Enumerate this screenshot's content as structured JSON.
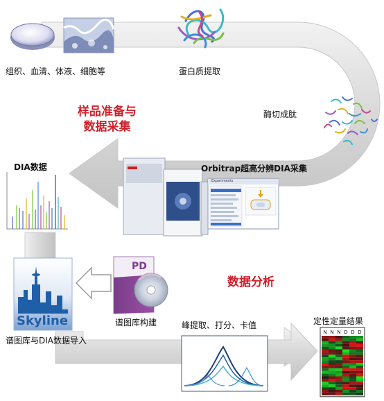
{
  "steps": {
    "sample_sources": "组织、血清、体液、细胞等",
    "protein_extraction": "蛋白质提取",
    "digestion": "酶切成肽",
    "dia_acquisition": "Orbitrap超高分辨DIA采集",
    "dia_data": "DIA数据",
    "library_building": "谱图库构建",
    "library_import": "谱图库与DIA数据导入",
    "peak_processing": "峰提取、打分、卡值",
    "quant_results": "定性定量结果"
  },
  "sections": {
    "sample_prep_line1": "样品准备与",
    "sample_prep_line2": "数据采集",
    "data_analysis": "数据分析"
  },
  "software": {
    "skyline_logo": "Skyline",
    "pd_label": "PD",
    "experiments_title": "Experiments"
  },
  "heatmap_headers": [
    "N",
    "N",
    "N",
    "D",
    "D",
    "D"
  ],
  "colors": {
    "heading_red": "#d0202a",
    "arrow_gray": "#d9d9d9",
    "accent_blue": "#1f5fa8",
    "heatmap_red": "#e02020",
    "heatmap_green": "#2aa02a"
  }
}
